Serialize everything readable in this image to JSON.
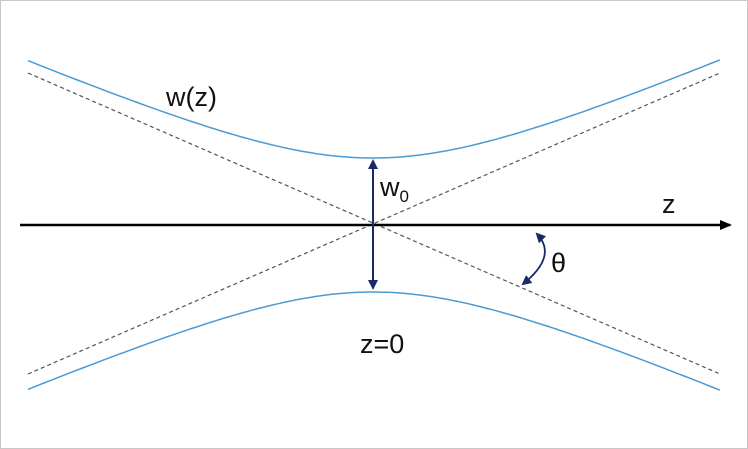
{
  "labels": {
    "beam_width": "w(z)",
    "waist_symbol": "w",
    "waist_subscript": "0",
    "axis": "z",
    "angle": "θ",
    "origin": "z=0"
  },
  "colors": {
    "beam": "#4a9bd1",
    "asymptote": "#555555",
    "axis": "#000000",
    "waist_arrow": "#1a2a66",
    "angle_arrow": "#1a2a66",
    "border": "#c8c8c8",
    "text": "#111111"
  }
}
